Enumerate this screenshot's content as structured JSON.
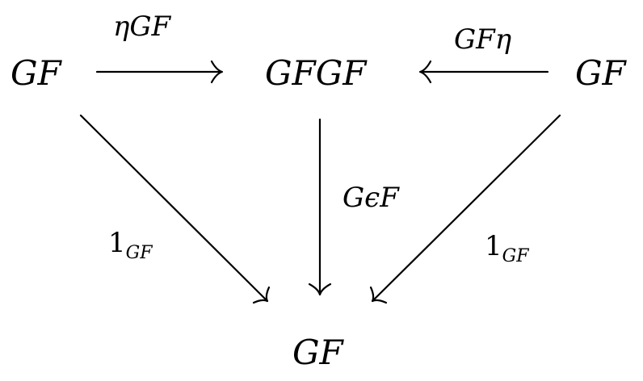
{
  "objects": {
    "top_left": "GF",
    "top_center": "GFGF",
    "top_right": "GF",
    "bottom": "GF"
  },
  "arrows": {
    "left_to_center": "ηGF",
    "right_to_center": "GFη",
    "center_to_bottom": "GϵF",
    "left_to_bottom": {
      "base": "1",
      "subscript": "GF"
    },
    "right_to_bottom": {
      "base": "1",
      "subscript": "GF"
    }
  }
}
